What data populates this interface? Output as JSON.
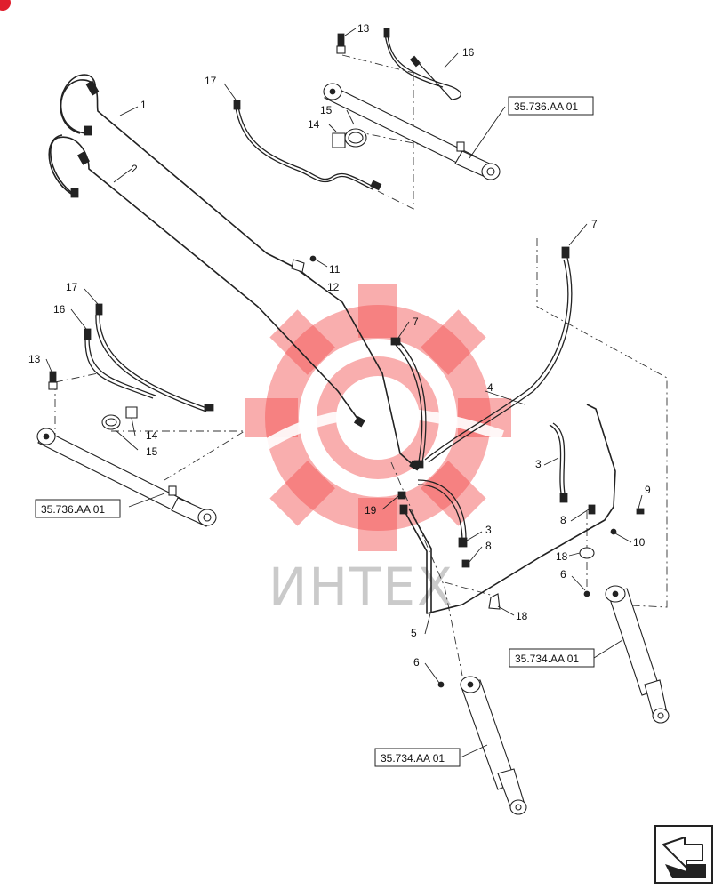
{
  "watermark": {
    "text": "ИНТЕХ",
    "color": "#f24b4b"
  },
  "callouts": {
    "c1": "1",
    "c2": "2",
    "c3a": "3",
    "c3b": "3",
    "c4": "4",
    "c5": "5",
    "c6a": "6",
    "c6b": "6",
    "c7a": "7",
    "c7b": "7",
    "c8a": "8",
    "c8b": "8",
    "c9": "9",
    "c10": "10",
    "c11": "11",
    "c12": "12",
    "c13a": "13",
    "c13b": "13",
    "c14a": "14",
    "c14b": "14",
    "c15a": "15",
    "c15b": "15",
    "c16a": "16",
    "c16b": "16",
    "c17a": "17",
    "c17b": "17",
    "c18a": "18",
    "c18b": "18",
    "c19": "19"
  },
  "references": {
    "r1": "35.736.AA 01",
    "r2": "35.736.AA 01",
    "r3": "35.734.AA 01",
    "r4": "35.734.AA 01"
  },
  "nav": {
    "icon": "next-page-arrow-icon"
  }
}
